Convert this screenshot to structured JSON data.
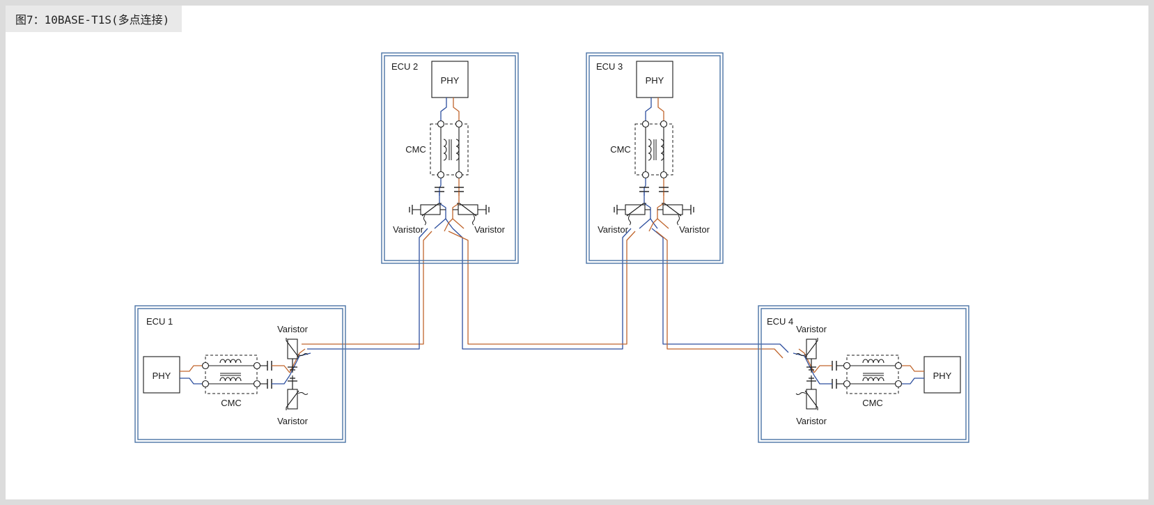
{
  "caption": "图7：10BASE-T1S(多点连接)",
  "labels": {
    "phy": "PHY",
    "cmc": "CMC",
    "varistor": "Varistor"
  },
  "ecus": [
    {
      "id": "ecu1",
      "name": "ECU 1"
    },
    {
      "id": "ecu2",
      "name": "ECU 2"
    },
    {
      "id": "ecu3",
      "name": "ECU 3"
    },
    {
      "id": "ecu4",
      "name": "ECU 4"
    }
  ],
  "colors": {
    "frame_border": "#4a73a6",
    "wire_blue": "#2c4e9e",
    "wire_orange": "#c0652c",
    "component": "#1a1a1a",
    "background": "#dcdcdc"
  }
}
